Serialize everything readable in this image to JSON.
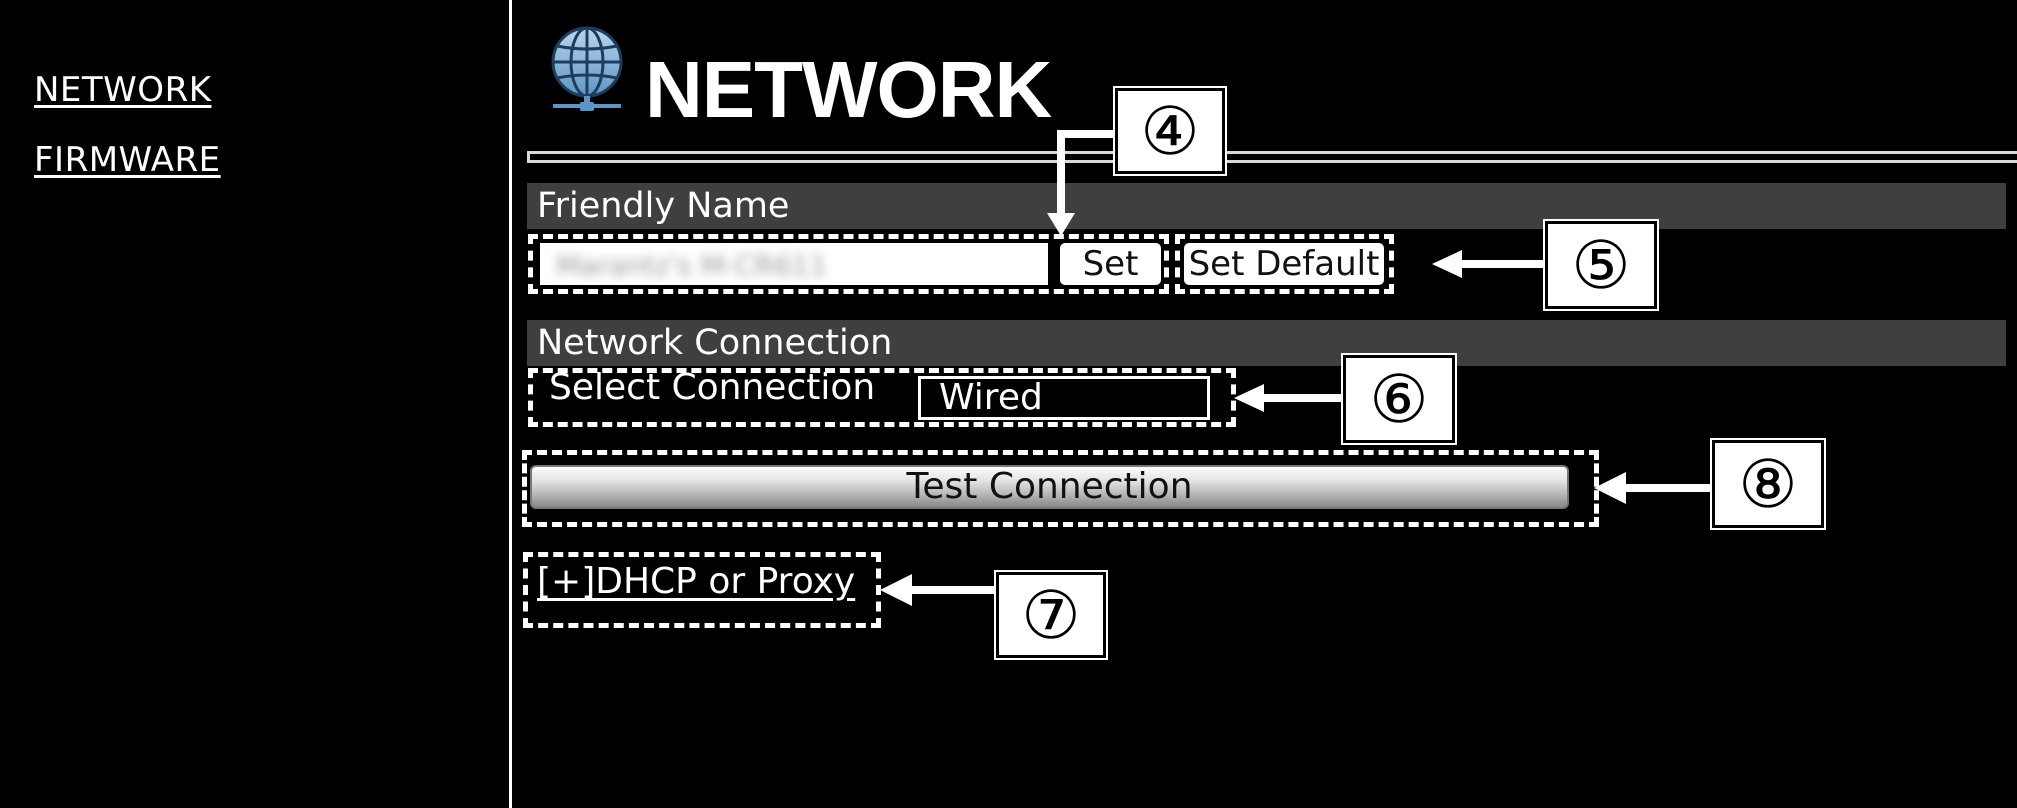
{
  "sidebar": {
    "items": [
      {
        "label": "NETWORK"
      },
      {
        "label": "FIRMWARE"
      }
    ]
  },
  "header": {
    "title": "NETWORK",
    "icon": "globe-network-icon"
  },
  "friendly_name": {
    "section_label": "Friendly Name",
    "value": "Marantz's M-CR611",
    "set_label": "Set",
    "set_default_label": "Set Default"
  },
  "network_connection": {
    "section_label": "Network Connection",
    "select_label": "Select Connection",
    "selected_value": "Wired",
    "test_label": "Test Connection",
    "dhcp_label": "[+]DHCP or Proxy"
  },
  "callouts": {
    "c4": "④",
    "c5": "⑤",
    "c6": "⑥",
    "c7": "⑦",
    "c8": "⑧"
  },
  "colors": {
    "background": "#000000",
    "section_bar": "#3f3f3f",
    "foreground": "#ffffff"
  }
}
